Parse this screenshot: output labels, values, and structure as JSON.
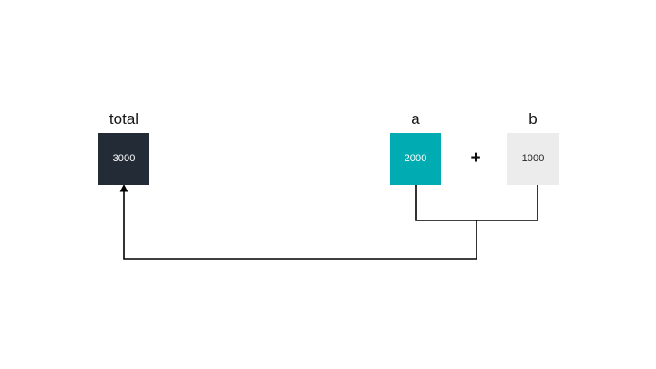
{
  "diagram": {
    "title_text": "",
    "background_color": "#ffffff",
    "operator": {
      "symbol": "+",
      "name": "plus-operator"
    },
    "nodes": [
      {
        "id": "total",
        "label": "total",
        "value": "3000",
        "fill_color": "#222b36",
        "text_color": "#ffffff",
        "role": "result"
      },
      {
        "id": "a",
        "label": "a",
        "value": "2000",
        "fill_color": "#00acb1",
        "text_color": "#ffffff",
        "role": "operand"
      },
      {
        "id": "b",
        "label": "b",
        "value": "1000",
        "fill_color": "#ececec",
        "text_color": "#262626",
        "role": "operand"
      }
    ],
    "connectors": {
      "stroke_color": "#000000",
      "stroke_width": "1.6",
      "arrow_target": "total",
      "description": "a and b merge and flow into total"
    }
  }
}
